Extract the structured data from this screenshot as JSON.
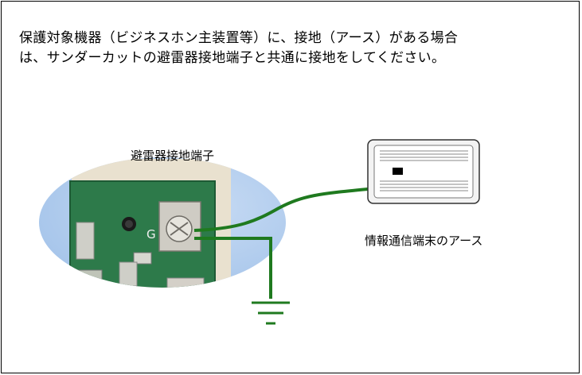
{
  "instruction": {
    "line1": "保護対象機器（ビジネスホン主装置等）に、接地（アース）がある場合",
    "line2": "は、サンダーカットの避雷器接地端子と共通に接地をしてください。"
  },
  "labels": {
    "arrester_ground_terminal": "避雷器接地端子",
    "terminal_earth": "情報通信端末のアース"
  },
  "photo": {
    "terminal_letter": "G"
  },
  "colors": {
    "ground_wire": "#1f7a1f",
    "ellipse_background": "#a9c8ec",
    "circuit_board": "#2d7a4a",
    "ground_symbol": "#1f7a1f"
  },
  "icons": [
    "ground-symbol-icon",
    "telecom-device-icon"
  ]
}
